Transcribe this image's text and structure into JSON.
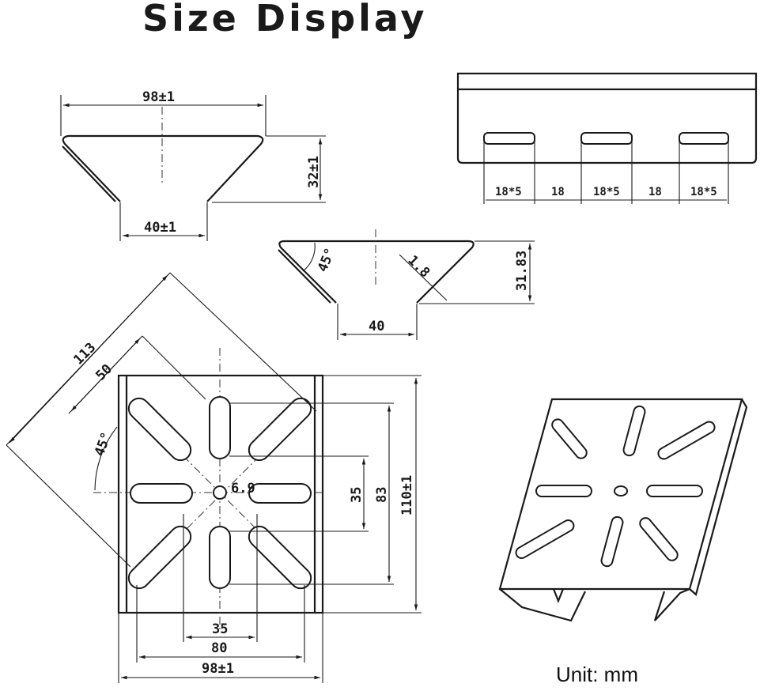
{
  "title": "Size Display",
  "unit_label": "Unit: mm",
  "top_left_view": {
    "width_label": "98±1",
    "height_label": "32±1",
    "bottom_label": "40±1"
  },
  "top_right_view": {
    "slot_label_1": "18*5",
    "gap_label_1": "18",
    "slot_label_2": "18*5",
    "gap_label_2": "18",
    "slot_label_3": "18*5"
  },
  "middle_view": {
    "angle_label": "45°",
    "thickness_label": "1.8",
    "height_label": "31.83",
    "bottom_label": "40"
  },
  "plate_view": {
    "diag_label": "113",
    "diag_inner_label": "50",
    "angle_label": "45°",
    "hole_label": "6.9",
    "inner_v_label": "35",
    "mid_v_label": "83",
    "outer_v_label": "110±1",
    "inner_h_label": "35",
    "mid_h_label": "80",
    "outer_h_label": "98±1"
  }
}
